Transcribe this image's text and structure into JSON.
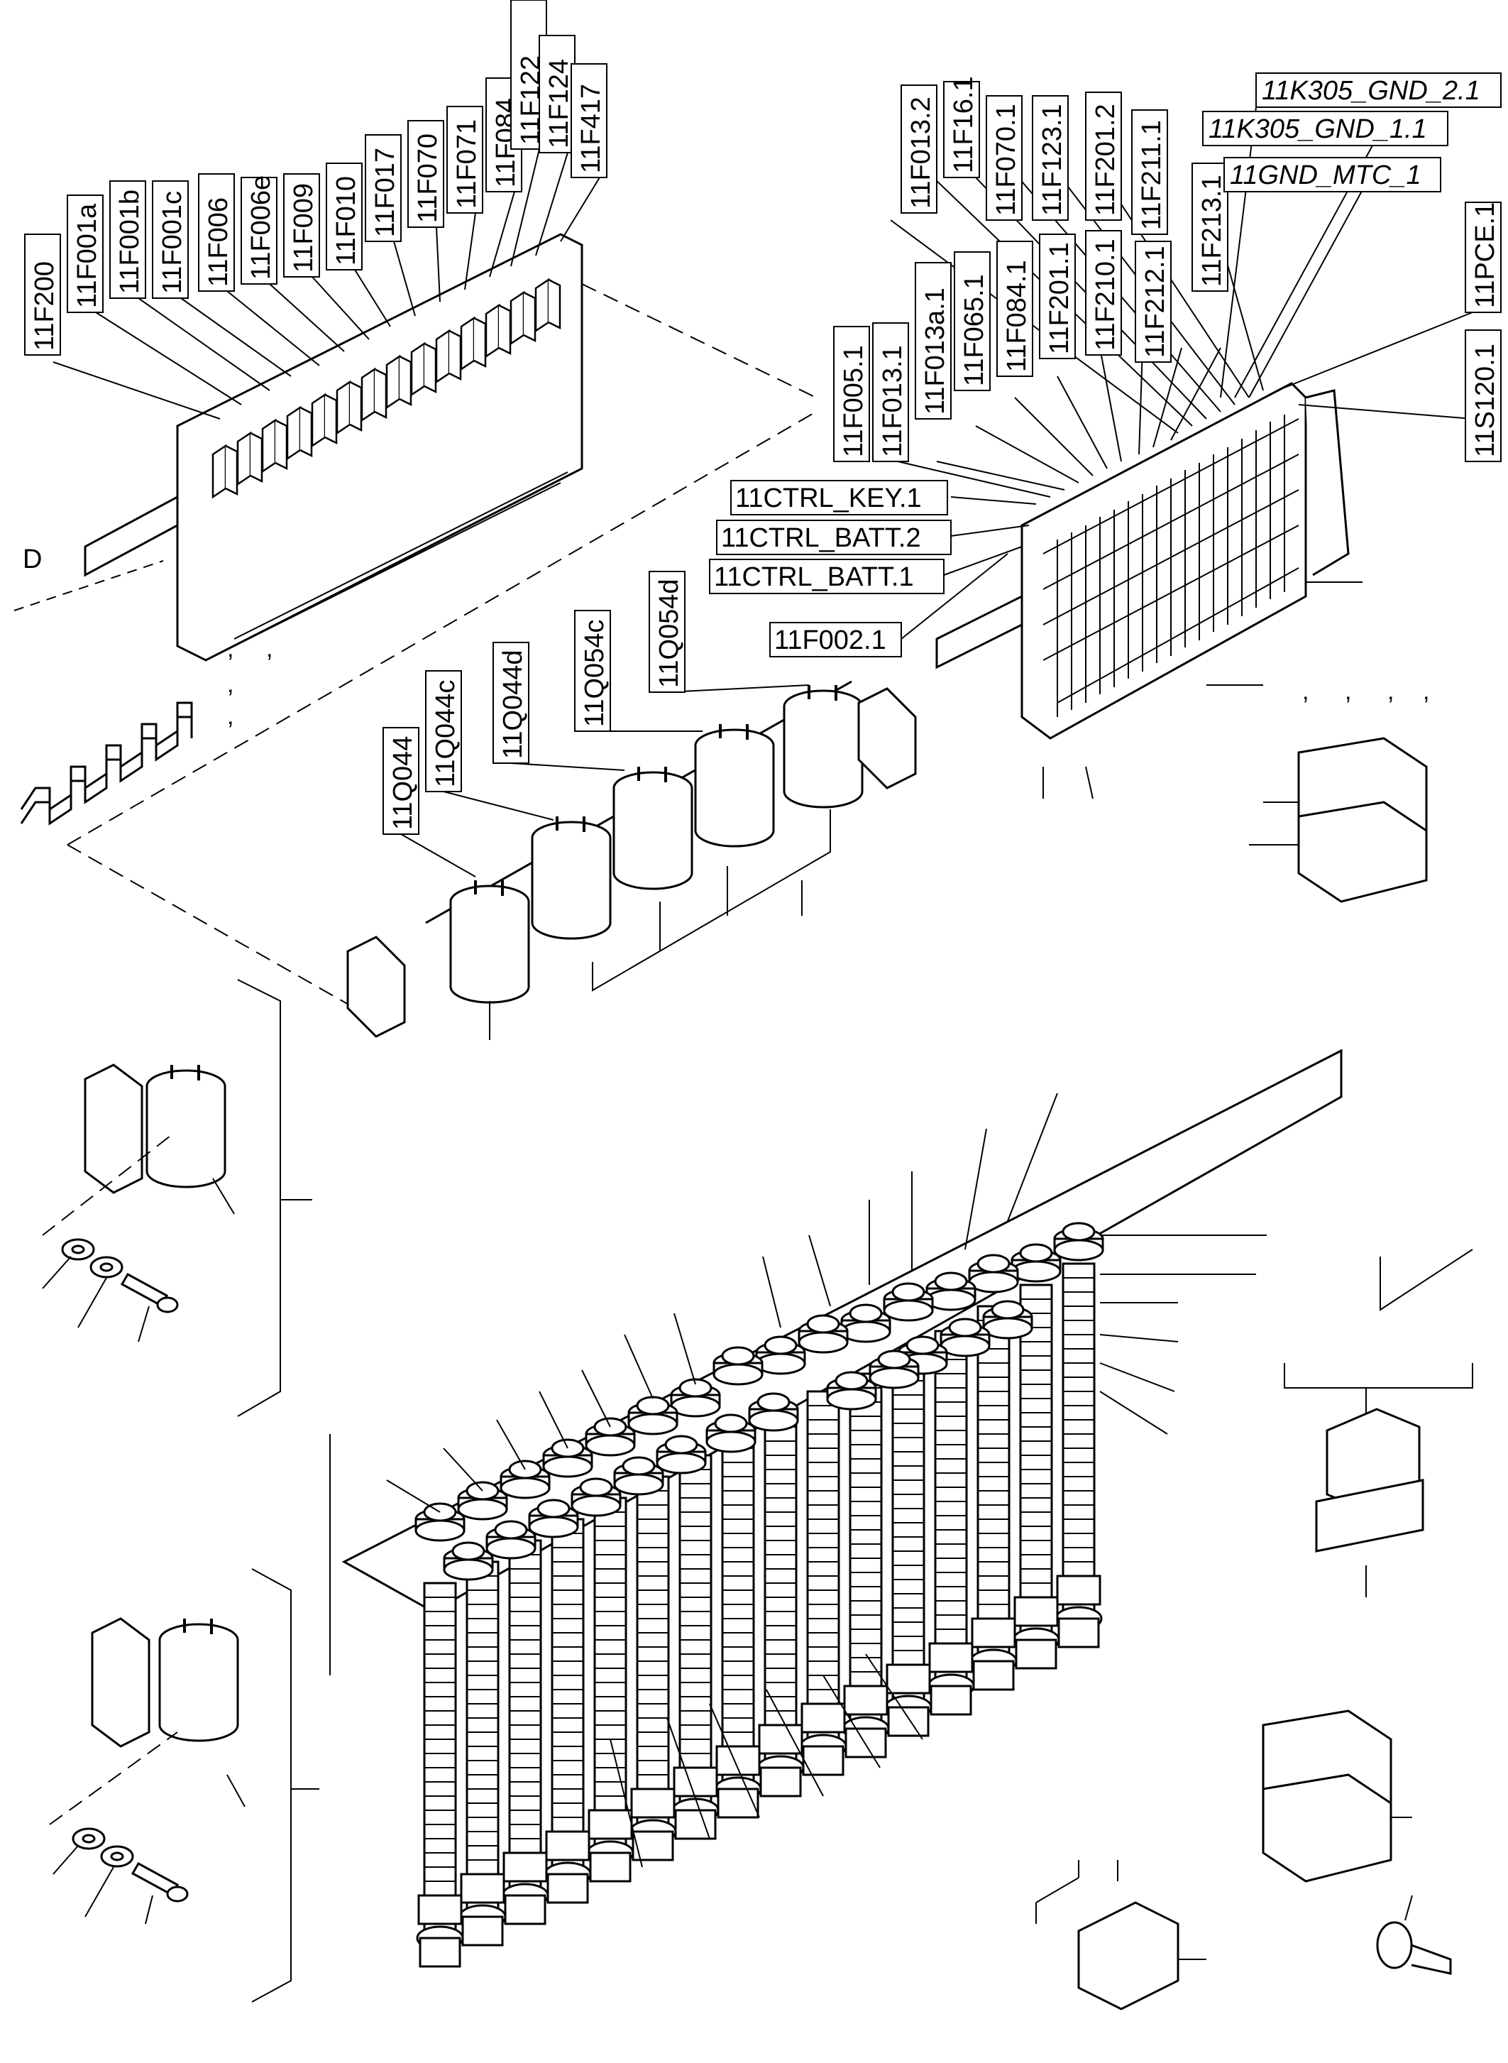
{
  "view_letter": "D",
  "labels": {
    "left_rail_vertical": [
      "11F200",
      "11F001a",
      "11F001b",
      "11F001c",
      "11F006",
      "11F006e",
      "11F009",
      "11F010",
      "11F017",
      "11F070",
      "11F071",
      "11F084",
      "11F122",
      "11F124",
      "11F417"
    ],
    "right_rail_vertical_top": [
      "11F013.2",
      "11F16.1",
      "11F070.1",
      "11F123.1",
      "11F201.2",
      "11F211.1",
      "11F213.1"
    ],
    "right_rail_vertical_mid": [
      "11F005.1",
      "11F013.1",
      "11F013a.1",
      "11F065.1",
      "11F084.1",
      "11F201.1",
      "11F210.1",
      "11F212.1",
      "11PCE.1",
      "11S120.1"
    ],
    "right_rail_horizontal": [
      "11K305_GND_2.1",
      "11K305_GND_1.1",
      "11GND_MTC_1",
      "11CTRL_KEY.1",
      "11CTRL_BATT.2",
      "11CTRL_BATT.1",
      "11F002.1"
    ],
    "relays": [
      "11Q044",
      "11Q044c",
      "11Q044d",
      "11Q054c",
      "11Q054d"
    ]
  },
  "colors": {
    "line": "#000000",
    "background": "#ffffff"
  }
}
